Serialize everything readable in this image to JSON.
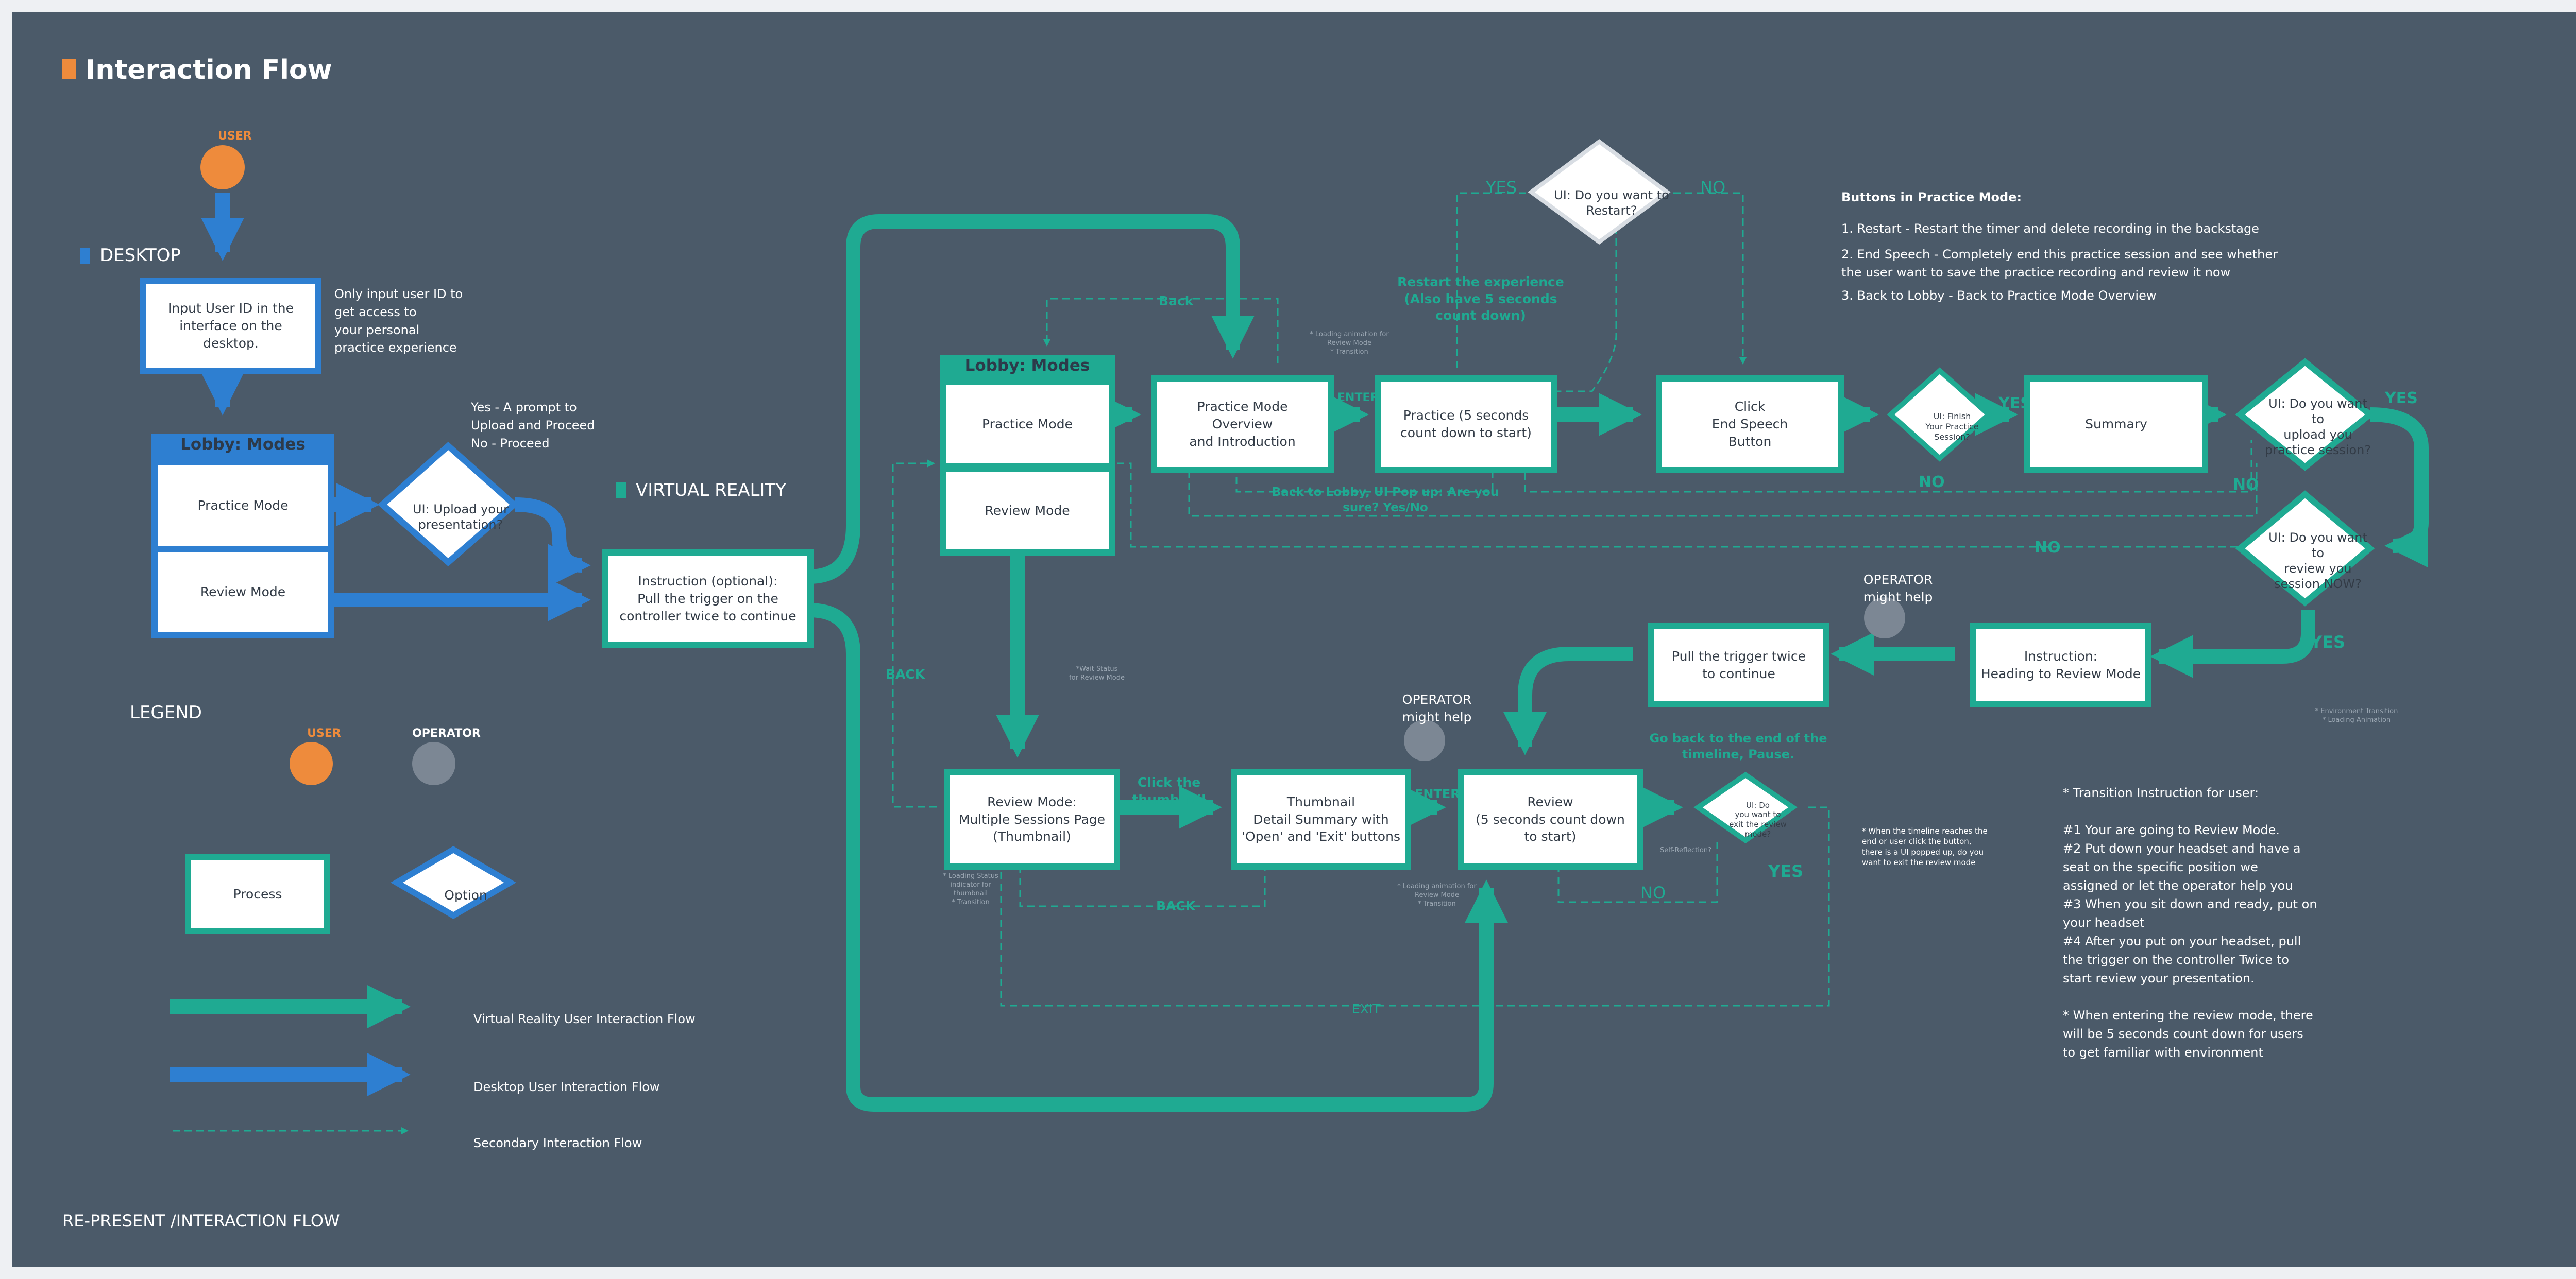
{
  "page": {
    "title": "Interaction Flow",
    "footer": "RE-PRESENT /INTERACTION FLOW"
  },
  "sections": {
    "desktop": "DESKTOP",
    "vr": "VIRTUAL REALITY"
  },
  "actors": {
    "user": "USER",
    "operator": "OPERATOR"
  },
  "desktop_flow": {
    "input_user": "Input User ID in the\ninterface on the\ndesktop.",
    "input_note": "Only input user ID to\nget access to\nyour personal\npractice experience",
    "lobby_title": "Lobby: Modes",
    "practice_mode": "Practice Mode",
    "review_mode": "Review Mode",
    "upload_decision": "UI: Upload your\npresentation?",
    "upload_note": "Yes - A prompt to\nUpload and Proceed\nNo - Proceed"
  },
  "vr_flow": {
    "instruction": "Instruction (optional):\nPull the trigger on the\ncontroller twice to continue",
    "lobby_title": "Lobby: Modes",
    "practice_mode": "Practice Mode",
    "review_mode": "Review Mode",
    "practice_overview": "Practice Mode\nOverview\nand Introduction",
    "practice_countdown": "Practice (5 seconds\ncount down to start)",
    "click_end": "Click\nEnd Speech\nButton",
    "restart_decision": "UI: Do you want to\nRestart?",
    "finish_decision": "UI: Finish\nYour Practice\nSession?",
    "summary": "Summary",
    "upload_decision": "UI: Do you want to\nupload you\npractice session?",
    "review_now_decision": "UI: Do you want to\nreview you\nsession NOW?",
    "instruction_review": "Instruction:\nHeading to Review Mode",
    "pull_trigger": "Pull the trigger twice\nto continue",
    "review_multi": "Review Mode:\nMultiple Sessions Page\n(Thumbnail)",
    "thumbnail_detail": "Thumbnail\nDetail Summary with\n'Open' and 'Exit' buttons",
    "review_countdown": "Review\n(5 seconds count down\nto start)",
    "exit_review_decision": "UI: Do\nyou want to\nexit the review\nmode?"
  },
  "labels": {
    "yes": "YES",
    "no": "NO",
    "back": "Back",
    "back_caps": "BACK",
    "enter": "ENTER",
    "exit": "EXIT",
    "restart_note": "Restart the experience\n(Also have 5 seconds\ncount down)",
    "back_to_lobby": "Back to Lobby, UI Pop up: Are you\nsure? Yes/No",
    "click_thumbnail": "Click the\nthumbnail",
    "go_back_end": "Go back to the end of the\ntimeline, Pause.",
    "operator_help": "OPERATOR\nmight help"
  },
  "small_notes": {
    "loading_anim_top": "* Loading animation for\nReview Mode\n* Transition",
    "wait_status": "*Wait Status\nfor Review Mode",
    "loading_status": "* Loading Status\nindicator for\nthumbnail\n* Transition",
    "loading_anim_bottom": "* Loading animation for\nReview Mode\n* Transition",
    "self_reflection": "Self-Reflection?",
    "env_transition": "* Environment Transition\n* Loading Animation",
    "timeline_note": "* When the timeline reaches the\nend or user click the button,\nthere is a UI popped up, do you\nwant to exit the review mode"
  },
  "buttons_panel": {
    "title": "Buttons in Practice Mode:",
    "items": [
      "1. Restart - Restart the timer and delete recording in the backstage",
      "2. End Speech - Completely end this practice session and see whether\nthe user want to save the practice recording and review it now",
      "3. Back to Lobby - Back to Practice Mode Overview"
    ]
  },
  "transition_panel": {
    "text": "* Transition Instruction for user:\n\n #1 Your are going to Review Mode.\n #2 Put down your headset and have a\nseat on the specific position we\nassigned or let the operator help you\n#3 When you sit down and ready, put on\nyour headset\n#4 After you put on your headset, pull\nthe trigger on the controller Twice to\nstart review your presentation.\n\n* When entering the review mode, there\nwill be 5 seconds count down for users\nto get familiar with environment"
  },
  "legend": {
    "title": "LEGEND",
    "process": "Process",
    "option": "Option",
    "vr_flow": "Virtual Reality User Interaction Flow",
    "desktop_flow": "Desktop User Interaction Flow",
    "secondary_flow": "Secondary Interaction Flow"
  },
  "colors": {
    "background": "#4b5a69",
    "vr_green": "#1faa92",
    "desktop_blue": "#2e7fd1",
    "user_orange": "#ee8b3c",
    "operator_gray": "#7c8794",
    "title_orange": "#ee8b3c"
  }
}
